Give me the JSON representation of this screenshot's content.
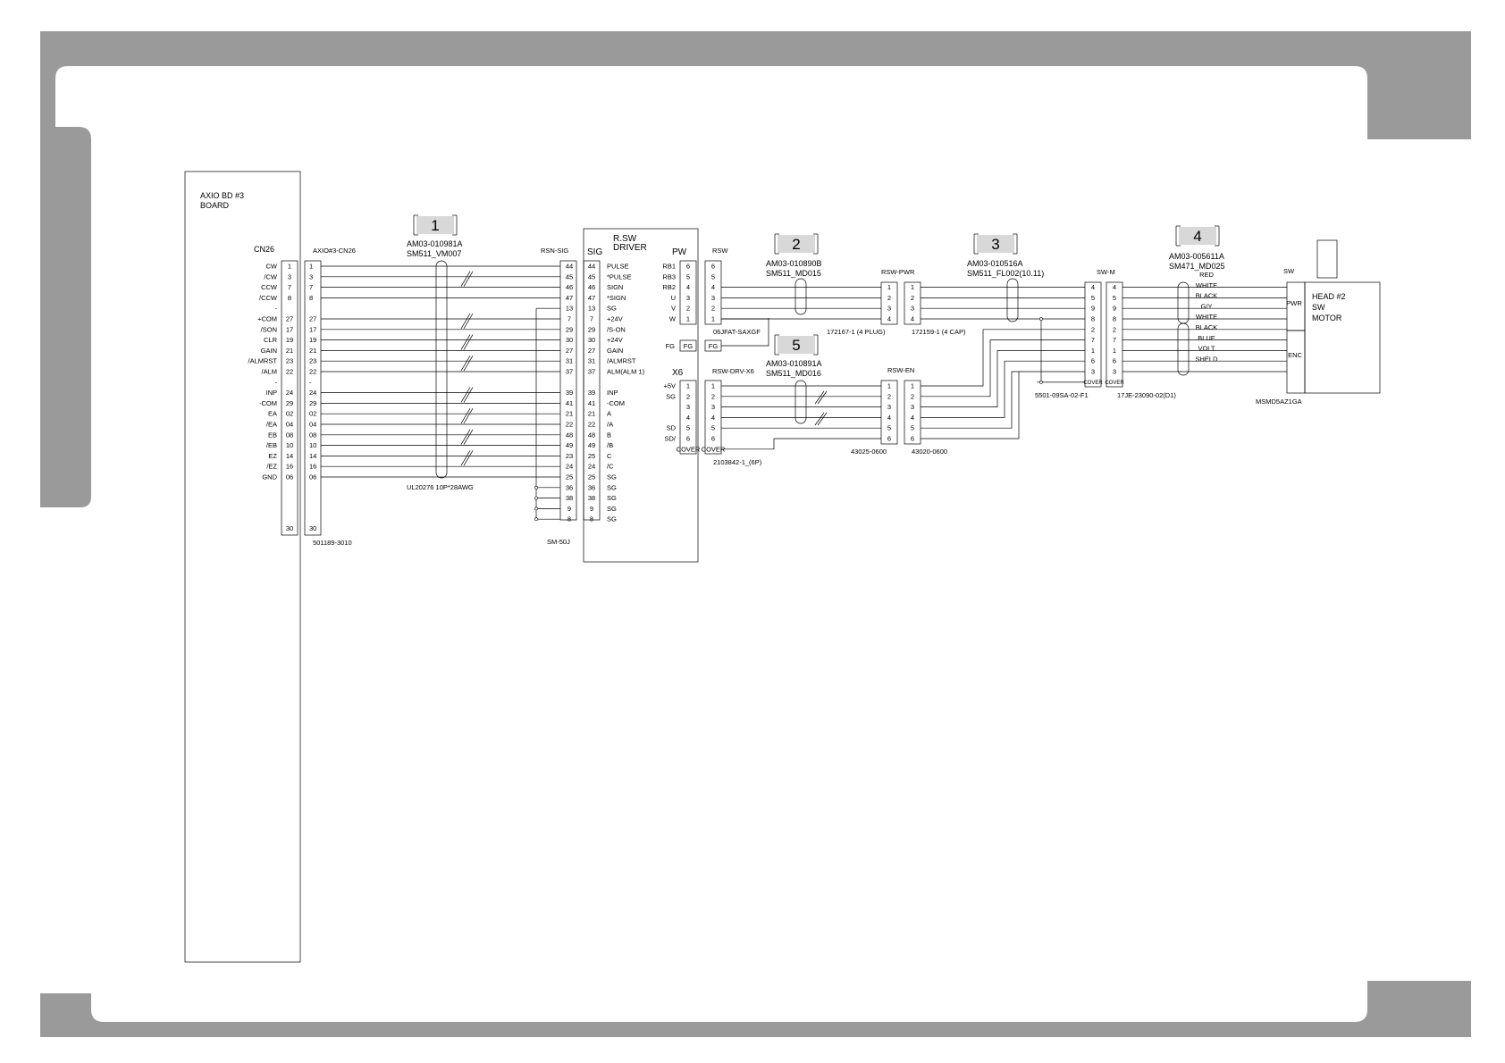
{
  "board": {
    "title_line1": "AXIO BD #3",
    "title_line2": "BOARD",
    "connector": "CN26"
  },
  "signals_left": [
    "CW",
    "/CW",
    "CCW",
    "/CCW",
    "-",
    "+COM",
    "/SON",
    "CLR",
    "GAIN",
    "/ALMRST",
    "/ALM",
    "-",
    "INP",
    "-COM",
    "EA",
    "/EA",
    "EB",
    "/EB",
    "EZ",
    "/EZ",
    "GND"
  ],
  "pins_cn26": [
    "1",
    "3",
    "7",
    "8",
    "",
    "27",
    "17",
    "19",
    "21",
    "23",
    "22",
    "",
    "24",
    "29",
    "02",
    "04",
    "08",
    "10",
    "14",
    "16",
    "06"
  ],
  "pins_axio": [
    "1",
    "3",
    "7",
    "8",
    "",
    "27",
    "17",
    "19",
    "21",
    "23",
    "22",
    "-",
    "24",
    "29",
    "02",
    "04",
    "08",
    "10",
    "14",
    "16",
    "06"
  ],
  "pin_30": "30",
  "axio_header": "AXIO#3-CN26",
  "axio_part": "501189-3010",
  "cable_note": "UL20276 10P*28AWG",
  "tags": {
    "t1": "1",
    "t2": "2",
    "t3": "3",
    "t4": "4",
    "t5": "5"
  },
  "cables": {
    "c1_a": "AM03-010981A",
    "c1_b": "SM511_VM007",
    "c2_a": "AM03-010890B",
    "c2_b": "SM511_MD015",
    "c3_a": "AM03-010516A",
    "c3_b": "SM511_FL002(10.11)",
    "c4_a": "AM03-005611A",
    "c4_b": "SM471_MD025",
    "c5_a": "AM03-010891A",
    "c5_b": "SM511_MD016"
  },
  "rsn_sig": {
    "header": "RSN-SIG",
    "part": "SM-50J",
    "pins": [
      "44",
      "45",
      "46",
      "47",
      "13",
      "7",
      "29",
      "30",
      "27",
      "31",
      "37",
      "",
      "39",
      "41",
      "21",
      "22",
      "48",
      "49",
      "23",
      "24",
      "25",
      "36",
      "38",
      "9",
      "8"
    ]
  },
  "driver": {
    "title_line1": "R.SW",
    "title_line2": "DRIVER",
    "sig_header": "SIG",
    "sig_pins": [
      "44",
      "45",
      "46",
      "47",
      "13",
      "7",
      "29",
      "30",
      "27",
      "31",
      "37",
      "",
      "39",
      "41",
      "21",
      "22",
      "48",
      "49",
      "25",
      "24",
      "25",
      "36",
      "38",
      "9",
      "8"
    ],
    "sig_names": [
      "PULSE",
      "*PULSE",
      "SIGN",
      "*SIGN",
      "SG",
      "+24V",
      "/S-ON",
      "+24V",
      "GAIN",
      "/ALMRST",
      "ALM(ALM 1)",
      "",
      "INP",
      "-COM",
      "A",
      "/A",
      "B",
      "/B",
      "C",
      "/C",
      "SG",
      "SG",
      "SG",
      "SG",
      "SG"
    ],
    "pw_header": "PW",
    "pw_names": [
      "RB1",
      "RB3",
      "RB2",
      "U",
      "V",
      "W"
    ],
    "pw_pins": [
      "6",
      "5",
      "4",
      "3",
      "2",
      "1"
    ],
    "fg_label": "FG",
    "x6_header": "X6",
    "x6_names": [
      "+5V",
      "SG",
      "",
      "",
      "SD",
      "SD/"
    ],
    "x6_pins": [
      "1",
      "2",
      "3",
      "4",
      "5",
      "6",
      "COVER"
    ]
  },
  "rsw": {
    "header": "RSW",
    "pins": [
      "6",
      "5",
      "4",
      "3",
      "2",
      "1"
    ],
    "fg": "FG",
    "part": "06JFAT-SAXGF",
    "drv_header": "RSW-DRV-X6",
    "drv_pins": [
      "1",
      "2",
      "3",
      "4",
      "5",
      "6",
      "COVER"
    ],
    "drv_part": "2103842-1_(6P)"
  },
  "rsw_pwr": {
    "header": "RSW-PWR",
    "pins": [
      "1",
      "2",
      "3",
      "4"
    ],
    "left_part": "172167-1 (4 PLUG)",
    "right_part": "172159-1 (4 CAP)"
  },
  "rsw_en": {
    "header": "RSW-EN",
    "pins": [
      "1",
      "2",
      "3",
      "4",
      "5",
      "6"
    ],
    "left_part": "43025-0600",
    "right_part": "43020-0600"
  },
  "sw_m": {
    "header": "SW-M",
    "pins": [
      "4",
      "5",
      "9",
      "8",
      "2",
      "7",
      "1",
      "6",
      "3",
      "COVER"
    ],
    "left_part": "5501-09SA-02-F1",
    "right_part": "17JE-23090-02(D1)"
  },
  "wire_colors": [
    "RED",
    "WHITE",
    "BLACK",
    "G/Y",
    "WHITE",
    "BLACK",
    "BLUE",
    "VOLT",
    "SHELD"
  ],
  "motor": {
    "sw_label": "SW",
    "pwr": "PWR",
    "enc": "ENC",
    "name_line1": "HEAD #2",
    "name_line2": "SW",
    "name_line3": "MOTOR",
    "model": "MSMD5AZ1GA"
  }
}
